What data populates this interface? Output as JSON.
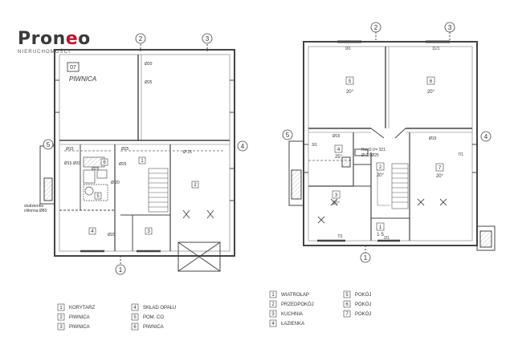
{
  "logo": {
    "brand_prefix": "Pron",
    "brand_accent": "e",
    "brand_suffix": "o",
    "subtitle": "NIERUCHOMOŚCI",
    "accent_color": "#c8102e"
  },
  "axes": {
    "a1": "1",
    "a2": "2",
    "a3": "3",
    "a4": "4",
    "a5": "5"
  },
  "basement": {
    "note_num": "07",
    "note_text": "PIWNICA",
    "room_labels": {
      "r1": "1",
      "r2": "2",
      "r3": "3",
      "r4": "4",
      "r5": "5",
      "r6": "6"
    },
    "dims": {
      "d15a": "Ø15",
      "d25a": "Ø25",
      "d15b": "Ø 15",
      "d25b": "Ø25",
      "d20a": "Ø20",
      "d25c": "Ø25",
      "d20b": "Ø 20",
      "d20c": "Ø20",
      "d15c": "Ø15 Ø20",
      "d25d": "Ø25"
    },
    "well_label_1": "studzienka",
    "well_label_2": "chłonna Ø80"
  },
  "ground": {
    "rooms": {
      "r1": {
        "num": "1",
        "area": "1·5"
      },
      "r2": {
        "num": "2",
        "area": "20°"
      },
      "r3": {
        "num": "3",
        "area": "20°"
      },
      "r4": {
        "num": "4",
        "area": "25°"
      },
      "r5": {
        "num": "5",
        "area": "20°"
      },
      "r6": {
        "num": "6",
        "area": "20°"
      },
      "r7": {
        "num": "7",
        "area": "20°"
      }
    },
    "window_labels": {
      "w1": "9/1",
      "w2": "11/1",
      "w3": "3/1",
      "w4": "7/1",
      "w5": "7/1",
      "w6": "2/1"
    },
    "dims": {
      "d15a": "Ø15",
      "d15b": "Ø15",
      "d25": "Ø25"
    },
    "annotation": "Kw±0,V= 321",
    "annotation2": "Ø 0,0Ø25"
  },
  "legend": {
    "basement": [
      {
        "num": "1",
        "label": "KORYTARZ"
      },
      {
        "num": "2",
        "label": "PIWNICA"
      },
      {
        "num": "3",
        "label": "PIWNICA"
      },
      {
        "num": "4",
        "label": "SKŁAD OPAŁU"
      },
      {
        "num": "5",
        "label": "POM. CO"
      },
      {
        "num": "6",
        "label": "PIWNICA"
      }
    ],
    "ground": [
      {
        "num": "1",
        "label": "WIATROŁAP"
      },
      {
        "num": "2",
        "label": "PRZEDPOKÓJ"
      },
      {
        "num": "3",
        "label": "KUCHNIA"
      },
      {
        "num": "4",
        "label": "ŁAZIENKA"
      },
      {
        "num": "5",
        "label": "POKÓJ"
      },
      {
        "num": "6",
        "label": "POKÓJ"
      },
      {
        "num": "7",
        "label": "POKÓJ"
      }
    ]
  }
}
